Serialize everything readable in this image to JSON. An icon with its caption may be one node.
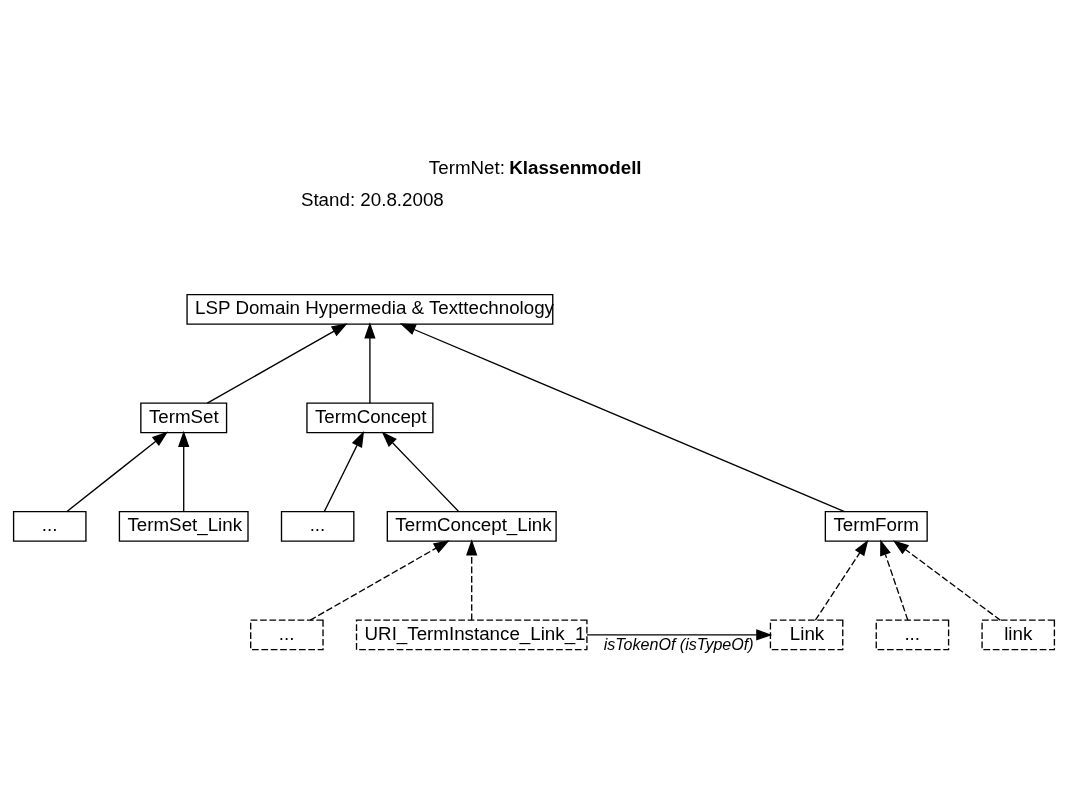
{
  "diagram": {
    "title": "TermNet: **Klassenmodell**",
    "nodes": [
      {
        "text": [
          "LSP Domain Hypermedia & Texttechnology"
        ]
      },
      {
        "text": [
          "TermSet"
        ]
      },
      {
        "text": [
          "TermConcept"
        ]
      },
      {
        "text": [
          "TermForm"
        ]
      },
      {
        "text": [
          "..."
        ]
      },
      {
        "text": [
          "TermSet_Link"
        ]
      },
      {
        "text": [
          "..."
        ]
      },
      {
        "text": [
          "TermConcept_Link"
        ]
      },
      {
        "text": [
          "..."
        ]
      },
      {
        "text": [
          "URI_TermInstance_Link_1"
        ]
      },
      {
        "text": [
          "..."
        ]
      },
      {
        "text": [
          "Link"
        ]
      },
      {
        "text": [
          "link"
        ]
      }
    ],
    "edges": [
      {
        "from": 1,
        "to": 0,
        "arrow": "to"
      },
      {
        "from": 2,
        "to": 0,
        "arrow": "to"
      },
      {
        "from": 3,
        "to": 0,
        "arrow": "to"
      },
      {
        "from": 4,
        "to": 1,
        "arrow": "to"
      },
      {
        "from": 5,
        "to": 1,
        "arrow": "to"
      },
      {
        "from": 6,
        "to": 2,
        "arrow": "to"
      },
      {
        "from": 7,
        "to": 2,
        "arrow": "to"
      },
      {
        "from": 8,
        "to": 7,
        "arrow": "to",
        "style": "dashed"
      },
      {
        "from": 9,
        "to": 7,
        "arrow": "to",
        "style": "dashed"
      },
      {
        "from": 10,
        "to": 3,
        "arrow": "to",
        "style": "dashed"
      },
      {
        "from": 11,
        "to": 3,
        "arrow": "to",
        "style": "dashed"
      },
      {
        "from": 12,
        "to": 3,
        "arrow": "to",
        "style": "dashed"
      },
      {
        "from": 9,
        "to": 11,
        "label": "isTokenOf (isTypeOf)",
        "arrow": "to"
      }
    ],
    "labels": [
      "Stand: 20.8.2008"
    ]
  }
}
